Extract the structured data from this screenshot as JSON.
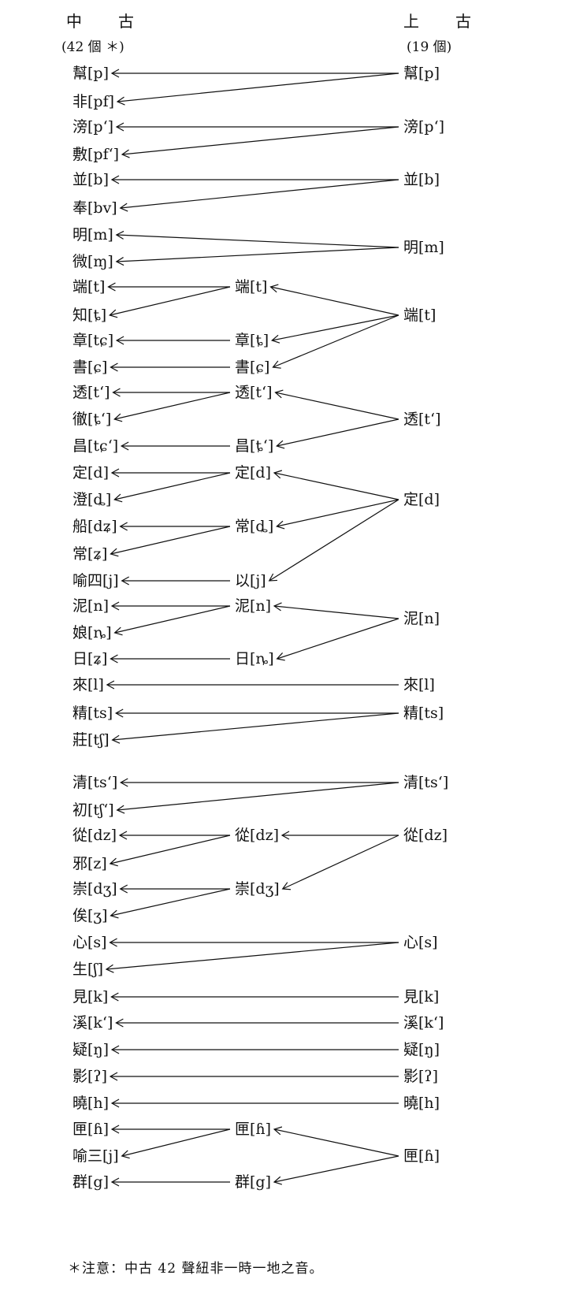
{
  "header": {
    "left_title": "中　　古",
    "left_sub": "(42 個 ＊)",
    "right_title": "上　　古",
    "right_sub": "(19 個)"
  },
  "footnote": "＊注意：中古 42 聲紐非一時一地之音。",
  "middle_ages": [
    {
      "id": "m_bang",
      "label": "幫[p]"
    },
    {
      "id": "m_fei",
      "label": "非[pf]"
    },
    {
      "id": "m_pang",
      "label": "滂[pʻ]"
    },
    {
      "id": "m_fu",
      "label": "敷[pfʻ]"
    },
    {
      "id": "m_bing",
      "label": "並[b]"
    },
    {
      "id": "m_feng",
      "label": "奉[bv]"
    },
    {
      "id": "m_ming",
      "label": "明[m]"
    },
    {
      "id": "m_wei",
      "label": "微[ɱ]"
    },
    {
      "id": "m_duan",
      "label": "端[t]"
    },
    {
      "id": "m_zhi",
      "label": "知[ȶ]"
    },
    {
      "id": "m_zhang",
      "label": "章[tɕ]"
    },
    {
      "id": "m_shu",
      "label": "書[ɕ]"
    },
    {
      "id": "m_tou",
      "label": "透[tʻ]"
    },
    {
      "id": "m_che",
      "label": "徹[ȶʻ]"
    },
    {
      "id": "m_chang",
      "label": "昌[tɕʻ]"
    },
    {
      "id": "m_ding",
      "label": "定[d]"
    },
    {
      "id": "m_cheng",
      "label": "澄[ȡ]"
    },
    {
      "id": "m_chuan",
      "label": "船[dʑ]"
    },
    {
      "id": "m_chang2",
      "label": "常[ʑ]"
    },
    {
      "id": "m_yu4",
      "label": "喻四[j]"
    },
    {
      "id": "m_ni",
      "label": "泥[n]"
    },
    {
      "id": "m_niang",
      "label": "娘[ȵ]"
    },
    {
      "id": "m_ri",
      "label": "日[ʑ]"
    },
    {
      "id": "m_lai",
      "label": "來[l]"
    },
    {
      "id": "m_jing",
      "label": "精[ts]"
    },
    {
      "id": "m_zhuang",
      "label": "莊[tʃ]"
    },
    {
      "id": "m_qing",
      "label": "清[tsʻ]"
    },
    {
      "id": "m_chu",
      "label": "初[tʃʻ]"
    },
    {
      "id": "m_cong",
      "label": "從[dz]"
    },
    {
      "id": "m_xie",
      "label": "邪[z]"
    },
    {
      "id": "m_chong",
      "label": "崇[dʒ]"
    },
    {
      "id": "m_si",
      "label": "俟[ʒ]"
    },
    {
      "id": "m_xin",
      "label": "心[s]"
    },
    {
      "id": "m_sheng",
      "label": "生[ʃ]"
    },
    {
      "id": "m_jian",
      "label": "見[k]"
    },
    {
      "id": "m_xi",
      "label": "溪[kʻ]"
    },
    {
      "id": "m_yi",
      "label": "疑[ŋ]"
    },
    {
      "id": "m_ying",
      "label": "影[ʔ]"
    },
    {
      "id": "m_xiao",
      "label": "曉[h]"
    },
    {
      "id": "m_xia",
      "label": "匣[ɦ]"
    },
    {
      "id": "m_yu3",
      "label": "喻三[j]"
    },
    {
      "id": "m_qun",
      "label": "群[g]"
    }
  ],
  "intermediate": [
    {
      "id": "i_duan",
      "label": "端[t]"
    },
    {
      "id": "i_zhang",
      "label": "章[ȶ]"
    },
    {
      "id": "i_shu",
      "label": "書[ɕ]"
    },
    {
      "id": "i_tou",
      "label": "透[tʻ]"
    },
    {
      "id": "i_chang",
      "label": "昌[ȶʻ]"
    },
    {
      "id": "i_ding",
      "label": "定[d]"
    },
    {
      "id": "i_chang2",
      "label": "常[ȡ]"
    },
    {
      "id": "i_yi",
      "label": "以[j]"
    },
    {
      "id": "i_ni",
      "label": "泥[n]"
    },
    {
      "id": "i_ri",
      "label": "日[ȵ]"
    },
    {
      "id": "i_cong",
      "label": "從[dz]"
    },
    {
      "id": "i_chong",
      "label": "崇[dʒ]"
    },
    {
      "id": "i_xia",
      "label": "匣[ɦ]"
    },
    {
      "id": "i_qun",
      "label": "群[g]"
    }
  ],
  "old_chinese": [
    {
      "id": "o_bang",
      "label": "幫[p]"
    },
    {
      "id": "o_pang",
      "label": "滂[pʻ]"
    },
    {
      "id": "o_bing",
      "label": "並[b]"
    },
    {
      "id": "o_ming",
      "label": "明[m]"
    },
    {
      "id": "o_duan",
      "label": "端[t]"
    },
    {
      "id": "o_tou",
      "label": "透[tʻ]"
    },
    {
      "id": "o_ding",
      "label": "定[d]"
    },
    {
      "id": "o_ni",
      "label": "泥[n]"
    },
    {
      "id": "o_lai",
      "label": "來[l]"
    },
    {
      "id": "o_jing",
      "label": "精[ts]"
    },
    {
      "id": "o_qing",
      "label": "清[tsʻ]"
    },
    {
      "id": "o_cong",
      "label": "從[dz]"
    },
    {
      "id": "o_xin",
      "label": "心[s]"
    },
    {
      "id": "o_jian",
      "label": "見[k]"
    },
    {
      "id": "o_xi",
      "label": "溪[kʻ]"
    },
    {
      "id": "o_yi",
      "label": "疑[ŋ]"
    },
    {
      "id": "o_ying",
      "label": "影[ʔ]"
    },
    {
      "id": "o_xiao",
      "label": "曉[h]"
    },
    {
      "id": "o_xia",
      "label": "匣[ɦ]"
    }
  ],
  "edges": [
    [
      "o_bang",
      "m_bang"
    ],
    [
      "o_bang",
      "m_fei"
    ],
    [
      "o_pang",
      "m_pang"
    ],
    [
      "o_pang",
      "m_fu"
    ],
    [
      "o_bing",
      "m_bing"
    ],
    [
      "o_bing",
      "m_feng"
    ],
    [
      "o_ming",
      "m_ming"
    ],
    [
      "o_ming",
      "m_wei"
    ],
    [
      "o_duan",
      "i_duan"
    ],
    [
      "o_duan",
      "i_zhang"
    ],
    [
      "o_duan",
      "i_shu"
    ],
    [
      "i_duan",
      "m_duan"
    ],
    [
      "i_duan",
      "m_zhi"
    ],
    [
      "i_zhang",
      "m_zhang"
    ],
    [
      "i_shu",
      "m_shu"
    ],
    [
      "o_tou",
      "i_tou"
    ],
    [
      "o_tou",
      "i_chang"
    ],
    [
      "i_tou",
      "m_tou"
    ],
    [
      "i_tou",
      "m_che"
    ],
    [
      "i_chang",
      "m_chang"
    ],
    [
      "o_ding",
      "i_ding"
    ],
    [
      "o_ding",
      "i_chang2"
    ],
    [
      "o_ding",
      "i_yi"
    ],
    [
      "i_ding",
      "m_ding"
    ],
    [
      "i_ding",
      "m_cheng"
    ],
    [
      "i_chang2",
      "m_chuan"
    ],
    [
      "i_chang2",
      "m_chang2"
    ],
    [
      "i_yi",
      "m_yu4"
    ],
    [
      "o_ni",
      "i_ni"
    ],
    [
      "o_ni",
      "i_ri"
    ],
    [
      "i_ni",
      "m_ni"
    ],
    [
      "i_ni",
      "m_niang"
    ],
    [
      "i_ri",
      "m_ri"
    ],
    [
      "o_lai",
      "m_lai"
    ],
    [
      "o_jing",
      "m_jing"
    ],
    [
      "o_jing",
      "m_zhuang"
    ],
    [
      "o_qing",
      "m_qing"
    ],
    [
      "o_qing",
      "m_chu"
    ],
    [
      "o_cong",
      "i_cong"
    ],
    [
      "o_cong",
      "i_chong"
    ],
    [
      "i_cong",
      "m_cong"
    ],
    [
      "i_cong",
      "m_xie"
    ],
    [
      "i_chong",
      "m_chong"
    ],
    [
      "i_chong",
      "m_si"
    ],
    [
      "o_xin",
      "m_xin"
    ],
    [
      "o_xin",
      "m_sheng"
    ],
    [
      "o_jian",
      "m_jian"
    ],
    [
      "o_xi",
      "m_xi"
    ],
    [
      "o_yi",
      "m_yi"
    ],
    [
      "o_ying",
      "m_ying"
    ],
    [
      "o_xiao",
      "m_xiao"
    ],
    [
      "o_xia",
      "i_xia"
    ],
    [
      "o_xia",
      "i_qun"
    ],
    [
      "i_xia",
      "m_xia"
    ],
    [
      "i_xia",
      "m_yu3"
    ],
    [
      "i_qun",
      "m_qun"
    ]
  ]
}
